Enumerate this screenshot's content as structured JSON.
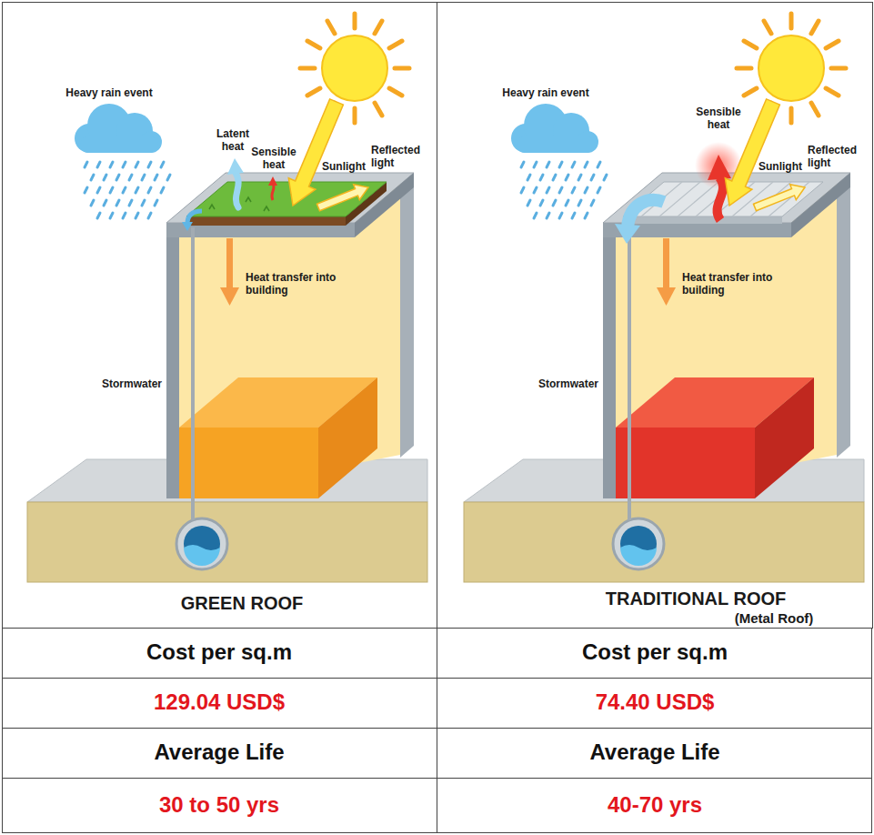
{
  "diagram": {
    "nodes": [
      {
        "text": [
          "GREEN ROOF"
        ]
      },
      {
        "text": [
          "TRADITIONAL ROOF",
          "(Metal Roof)"
        ]
      }
    ],
    "labels": [
      "Heavy rain event",
      "Latent heat",
      "Sensible heat",
      "Sunlight",
      "Reflected light",
      "Heat transfer into building",
      "Stormwater",
      "Heavy rain event",
      "Sensible heat",
      "Sunlight",
      "Reflected light",
      "Heat transfer into building",
      "Stormwater",
      "Cost per sq.m",
      "Cost per sq.m",
      "129.04 USD$",
      "74.40 USD$",
      "Average Life",
      "Average Life",
      "30 to 50 yrs",
      "40-70 yrs"
    ]
  }
}
